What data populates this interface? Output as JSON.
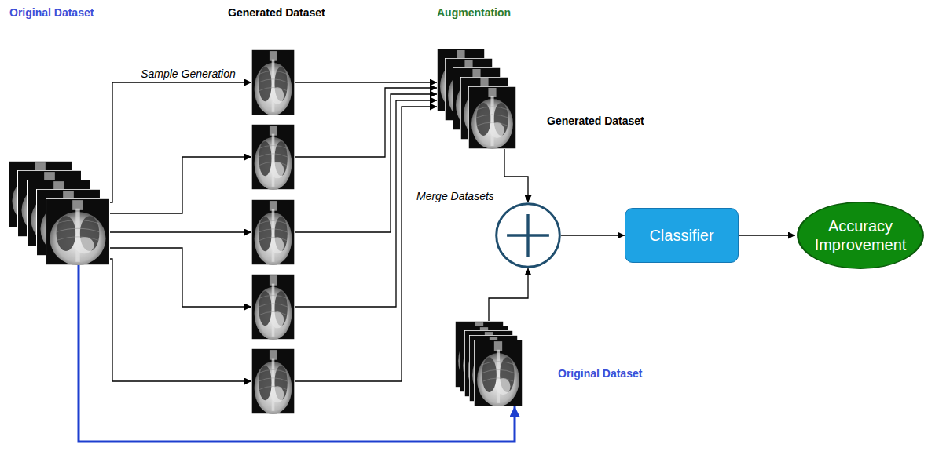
{
  "diagram": {
    "nodes": [
      {
        "text": [
          "Original Dataset"
        ]
      },
      {
        "text": []
      },
      {
        "text": []
      },
      {
        "text": []
      },
      {
        "text": []
      },
      {
        "text": []
      },
      {
        "text": [
          "Augmentation",
          "Generated Dataset"
        ]
      },
      {
        "text": [
          "Merge Datasets"
        ]
      },
      {
        "text": [
          "Original Dataset"
        ]
      },
      {
        "text": [
          "Classifier"
        ]
      },
      {
        "text": [
          "Accuracy Improvement"
        ]
      }
    ],
    "edges": [
      {
        "from": 0,
        "to": 1,
        "label": "Sample Generation",
        "arrow": "to"
      },
      {
        "from": 0,
        "to": 2,
        "arrow": "to"
      },
      {
        "from": 0,
        "to": 3,
        "arrow": "to"
      },
      {
        "from": 0,
        "to": 4,
        "arrow": "to"
      },
      {
        "from": 0,
        "to": 5,
        "arrow": "to"
      },
      {
        "from": 1,
        "to": 6,
        "arrow": "to"
      },
      {
        "from": 2,
        "to": 6,
        "arrow": "to"
      },
      {
        "from": 3,
        "to": 6,
        "arrow": "to"
      },
      {
        "from": 4,
        "to": 6,
        "arrow": "to"
      },
      {
        "from": 5,
        "to": 6,
        "arrow": "to"
      },
      {
        "from": 6,
        "to": 7,
        "arrow": "to"
      },
      {
        "from": 8,
        "to": 7,
        "arrow": "to"
      },
      {
        "from": 0,
        "to": 8,
        "arrow": "to"
      },
      {
        "from": 7,
        "to": 9,
        "arrow": "to"
      },
      {
        "from": 9,
        "to": 10,
        "arrow": "to"
      }
    ],
    "labels": [
      "Generated Dataset"
    ]
  }
}
